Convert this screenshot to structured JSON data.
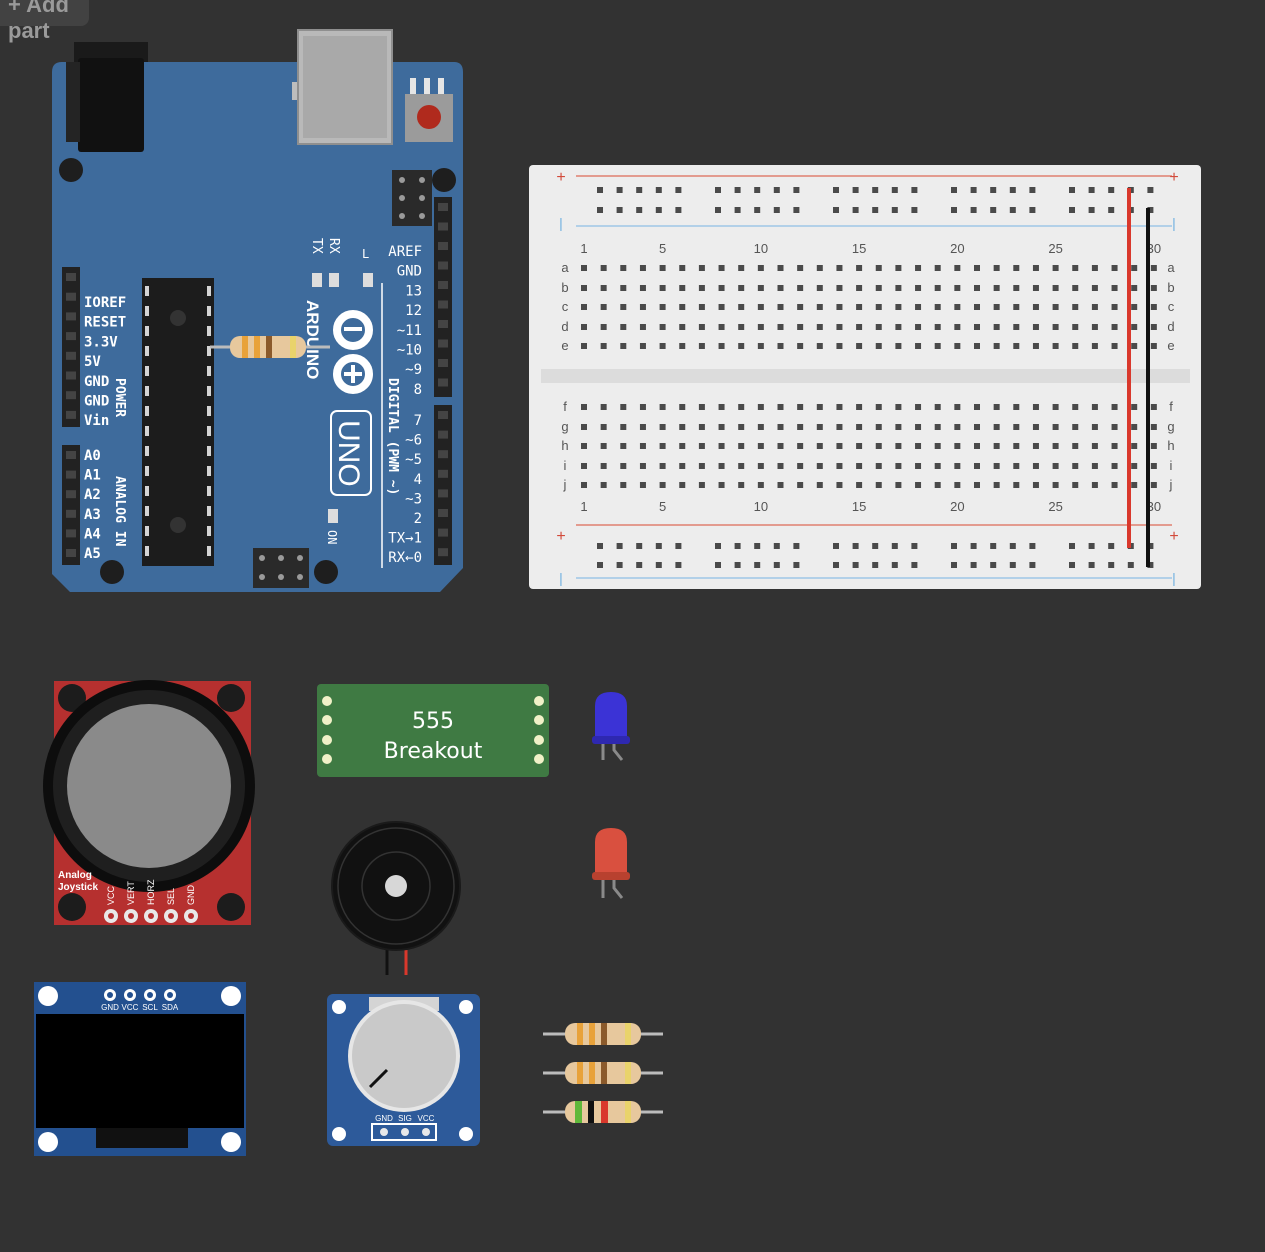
{
  "toolbar": {
    "add_part_label": "+ Add part"
  },
  "arduino": {
    "brand": "ARDUINO",
    "model": "UNO",
    "power_label": "POWER",
    "analog_label": "ANALOG IN",
    "digital_label": "DIGITAL (PWM ~)",
    "led_tx": "TX",
    "led_rx": "RX",
    "led_l": "L",
    "led_on": "ON",
    "power_pins": [
      "IOREF",
      "RESET",
      "3.3V",
      "5V",
      "GND",
      "GND",
      "Vin"
    ],
    "analog_pins": [
      "A0",
      "A1",
      "A2",
      "A3",
      "A4",
      "A5"
    ],
    "digital_pins_top": [
      "AREF",
      "GND",
      "13",
      "12",
      "~11",
      "~10",
      "~9",
      "8"
    ],
    "digital_pins_bottom": [
      "7",
      "~6",
      "~5",
      "4",
      "~3",
      "2",
      "TX→1",
      "RX←0"
    ]
  },
  "breadboard": {
    "column_numbers": [
      "1",
      "5",
      "10",
      "15",
      "20",
      "25",
      "30"
    ],
    "rows_top": [
      "a",
      "b",
      "c",
      "d",
      "e"
    ],
    "rows_bottom": [
      "f",
      "g",
      "h",
      "i",
      "j"
    ],
    "plus": "+",
    "minus": "|"
  },
  "joystick": {
    "label_line1": "Analog",
    "label_line2": "Joystick",
    "pins": [
      "VCC",
      "VERT",
      "HORZ",
      "SEL",
      "GND"
    ]
  },
  "timer555": {
    "line1": "555",
    "line2": "Breakout"
  },
  "oled": {
    "pins": [
      "GND",
      "VCC",
      "SCL",
      "SDA"
    ]
  },
  "potentiometer": {
    "pins": [
      "GND",
      "SIG",
      "VCC"
    ]
  },
  "colors": {
    "background": "#323232",
    "arduino_blue": "#3e6b9c",
    "breadboard": "#ededed",
    "wire_red": "#d9382c",
    "wire_black": "#111111",
    "led_blue": "#3b33d6",
    "led_red": "#d9503f",
    "module_green": "#3f7a43",
    "joystick_red": "#b6302f",
    "oled_blue": "#23508f"
  },
  "icons": [
    "usb-port-icon",
    "reset-button-icon",
    "arduino-infinity-logo",
    "power-jack-icon"
  ]
}
